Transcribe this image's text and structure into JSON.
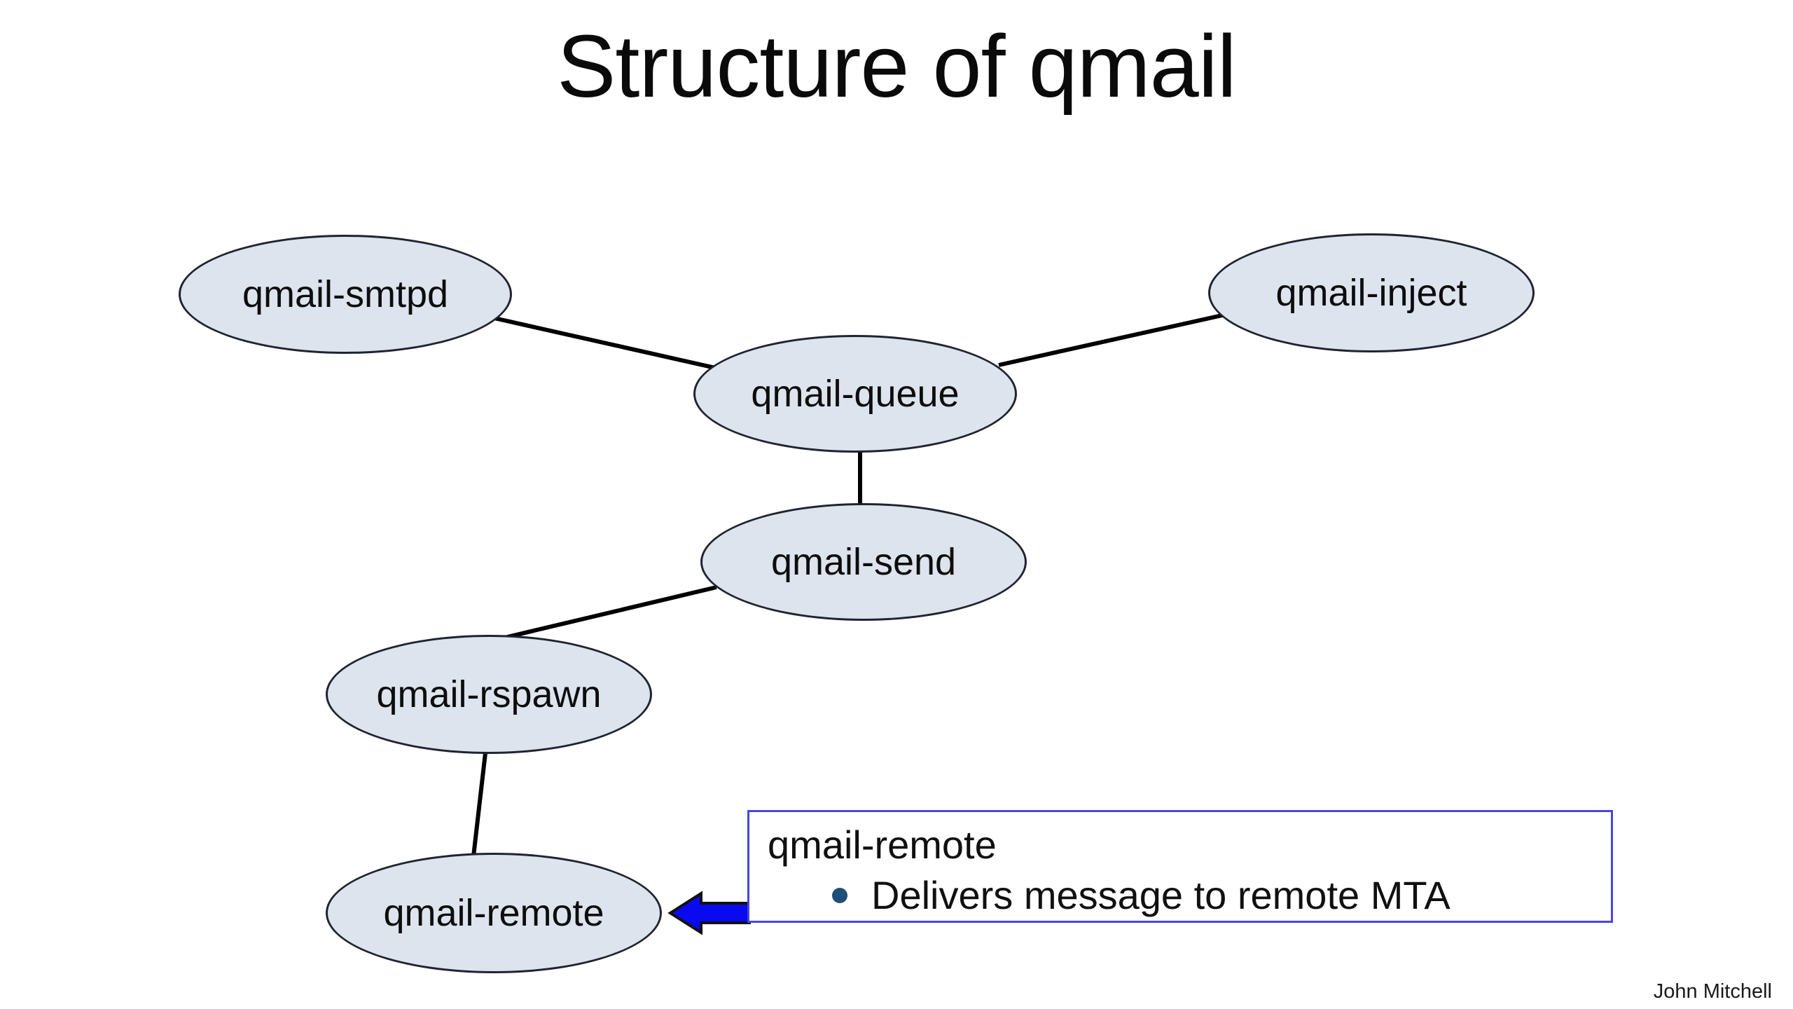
{
  "slide": {
    "title": "Structure of qmail",
    "attribution": "John Mitchell",
    "nodes": [
      {
        "id": "qmail-smtpd",
        "label": "qmail-smtpd"
      },
      {
        "id": "qmail-inject",
        "label": "qmail-inject"
      },
      {
        "id": "qmail-queue",
        "label": "qmail-queue"
      },
      {
        "id": "qmail-send",
        "label": "qmail-send"
      },
      {
        "id": "qmail-rspawn",
        "label": "qmail-rspawn"
      },
      {
        "id": "qmail-remote",
        "label": "qmail-remote"
      }
    ],
    "edges": [
      {
        "from": "qmail-smtpd",
        "to": "qmail-queue"
      },
      {
        "from": "qmail-inject",
        "to": "qmail-queue"
      },
      {
        "from": "qmail-queue",
        "to": "qmail-send"
      },
      {
        "from": "qmail-send",
        "to": "qmail-rspawn"
      },
      {
        "from": "qmail-rspawn",
        "to": "qmail-remote"
      }
    ],
    "callout": {
      "heading": "qmail-remote",
      "bullet": "Delivers message to remote MTA",
      "points_to": "qmail-remote"
    },
    "colors": {
      "node_fill": "#dde4ee",
      "node_outline": "#1f2430",
      "connector": "#000000",
      "callout_border": "#4646e0",
      "arrow_fill": "#0a0af0",
      "bullet_dot": "#1f4e79"
    }
  }
}
